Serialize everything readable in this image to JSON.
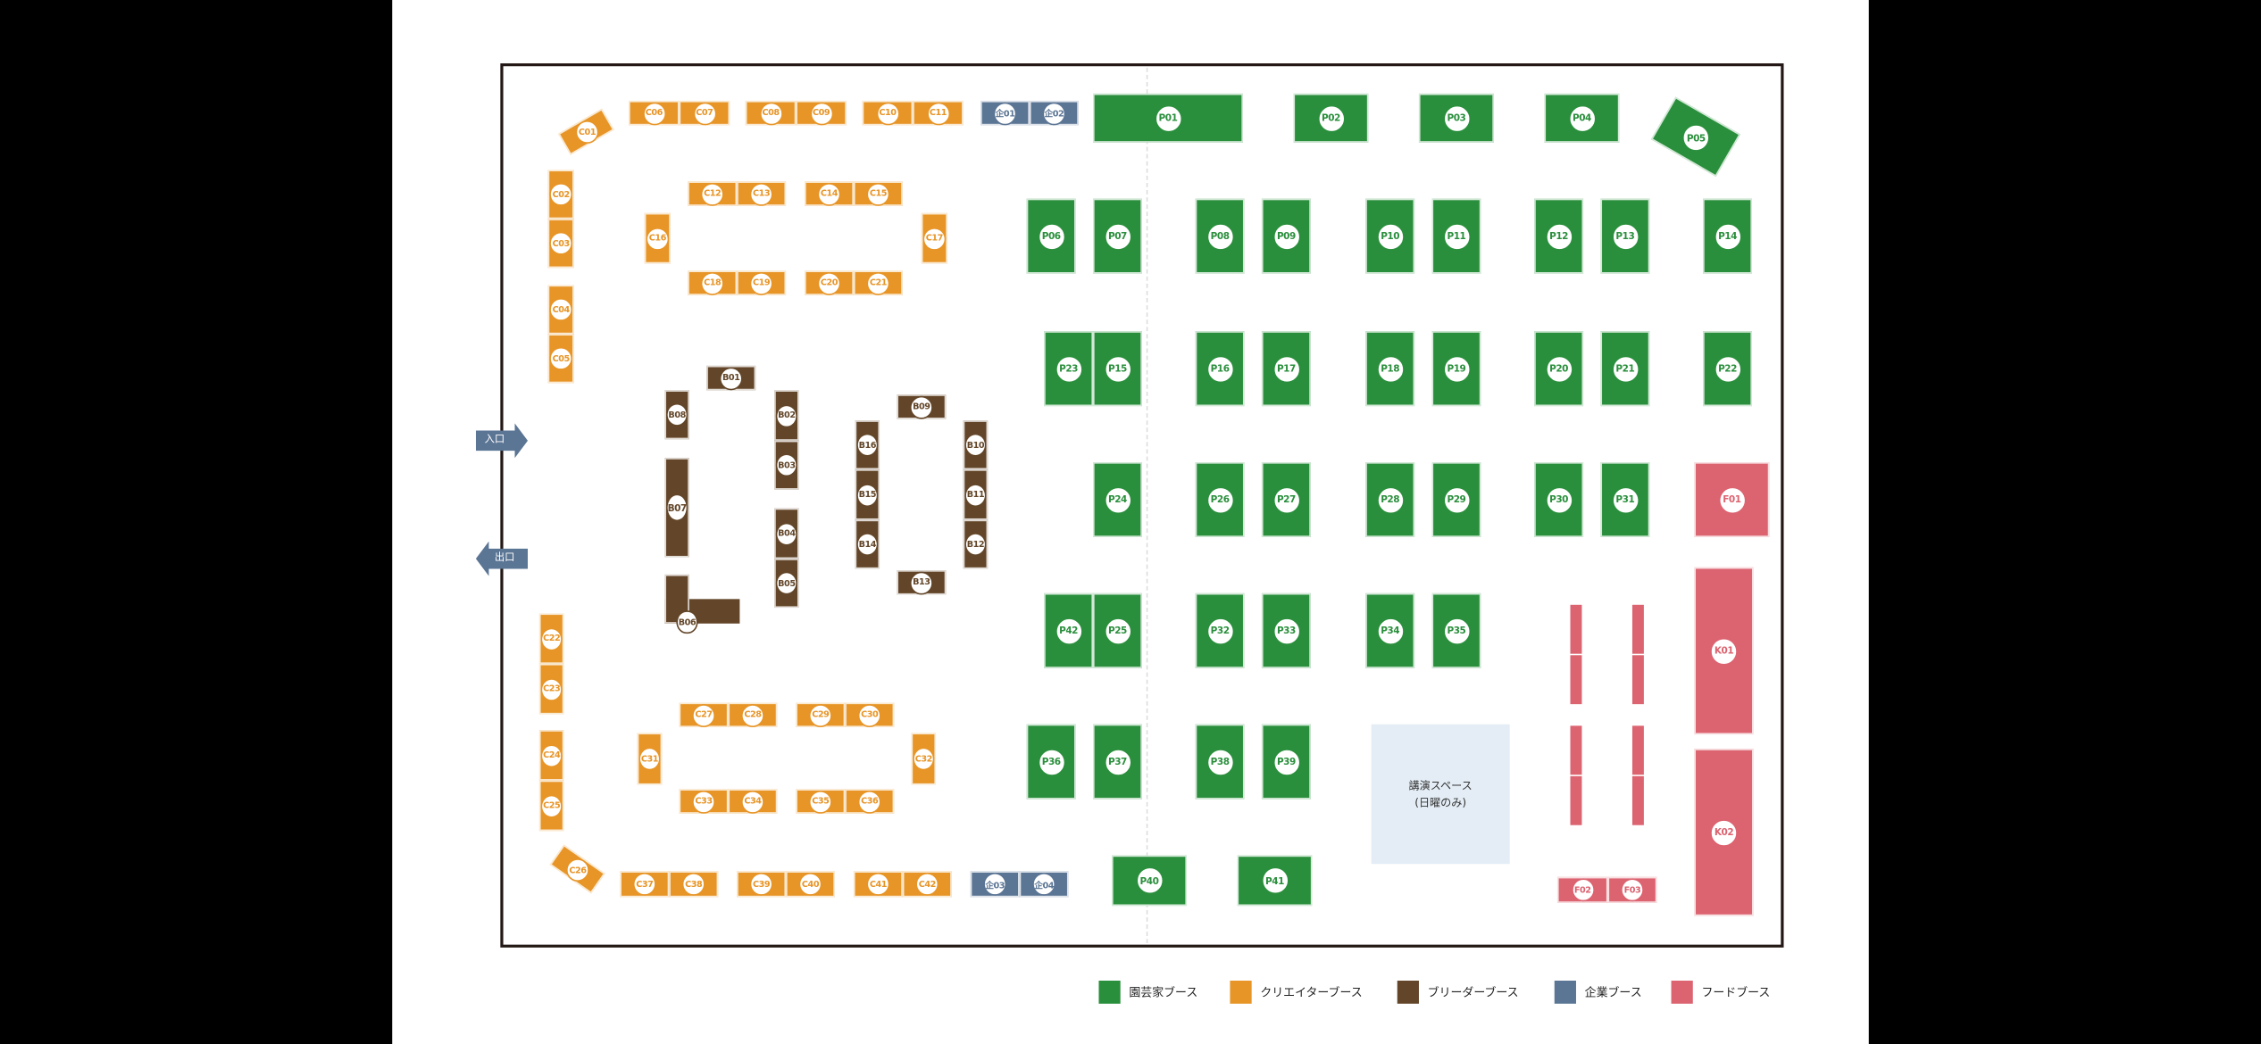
{
  "colors": {
    "garden": "#2a8f3c",
    "creator": "#e79527",
    "breeder": "#634629",
    "company": "#5b7594",
    "food": "#dc6370"
  },
  "entrance_label": "入口",
  "exit_label": "出口",
  "lecture": {
    "title": "講演スペース",
    "note": "(日曜のみ)"
  },
  "legend": [
    {
      "type": "garden",
      "label": "園芸家ブース"
    },
    {
      "type": "creator",
      "label": "クリエイターブース"
    },
    {
      "type": "breeder",
      "label": "ブリーダーブース"
    },
    {
      "type": "company",
      "label": "企業ブース"
    },
    {
      "type": "food",
      "label": "フードブース"
    }
  ],
  "booths": [
    {
      "id": "C01",
      "type": "creator"
    },
    {
      "id": "C02",
      "type": "creator"
    },
    {
      "id": "C03",
      "type": "creator"
    },
    {
      "id": "C04",
      "type": "creator"
    },
    {
      "id": "C05",
      "type": "creator"
    },
    {
      "id": "C06",
      "type": "creator"
    },
    {
      "id": "C07",
      "type": "creator"
    },
    {
      "id": "C08",
      "type": "creator"
    },
    {
      "id": "C09",
      "type": "creator"
    },
    {
      "id": "C10",
      "type": "creator"
    },
    {
      "id": "C11",
      "type": "creator"
    },
    {
      "id": "C12",
      "type": "creator"
    },
    {
      "id": "C13",
      "type": "creator"
    },
    {
      "id": "C14",
      "type": "creator"
    },
    {
      "id": "C15",
      "type": "creator"
    },
    {
      "id": "C16",
      "type": "creator"
    },
    {
      "id": "C17",
      "type": "creator"
    },
    {
      "id": "C18",
      "type": "creator"
    },
    {
      "id": "C19",
      "type": "creator"
    },
    {
      "id": "C20",
      "type": "creator"
    },
    {
      "id": "C21",
      "type": "creator"
    },
    {
      "id": "C22",
      "type": "creator"
    },
    {
      "id": "C23",
      "type": "creator"
    },
    {
      "id": "C24",
      "type": "creator"
    },
    {
      "id": "C25",
      "type": "creator"
    },
    {
      "id": "C26",
      "type": "creator"
    },
    {
      "id": "C27",
      "type": "creator"
    },
    {
      "id": "C28",
      "type": "creator"
    },
    {
      "id": "C29",
      "type": "creator"
    },
    {
      "id": "C30",
      "type": "creator"
    },
    {
      "id": "C31",
      "type": "creator"
    },
    {
      "id": "C32",
      "type": "creator"
    },
    {
      "id": "C33",
      "type": "creator"
    },
    {
      "id": "C34",
      "type": "creator"
    },
    {
      "id": "C35",
      "type": "creator"
    },
    {
      "id": "C36",
      "type": "creator"
    },
    {
      "id": "C37",
      "type": "creator"
    },
    {
      "id": "C38",
      "type": "creator"
    },
    {
      "id": "C39",
      "type": "creator"
    },
    {
      "id": "C40",
      "type": "creator"
    },
    {
      "id": "C41",
      "type": "creator"
    },
    {
      "id": "C42",
      "type": "creator"
    },
    {
      "id": "企01",
      "type": "company"
    },
    {
      "id": "企02",
      "type": "company"
    },
    {
      "id": "企03",
      "type": "company"
    },
    {
      "id": "企04",
      "type": "company"
    },
    {
      "id": "B01",
      "type": "breeder"
    },
    {
      "id": "B02",
      "type": "breeder"
    },
    {
      "id": "B03",
      "type": "breeder"
    },
    {
      "id": "B04",
      "type": "breeder"
    },
    {
      "id": "B05",
      "type": "breeder"
    },
    {
      "id": "B06",
      "type": "breeder"
    },
    {
      "id": "B07",
      "type": "breeder"
    },
    {
      "id": "B08",
      "type": "breeder"
    },
    {
      "id": "B09",
      "type": "breeder"
    },
    {
      "id": "B10",
      "type": "breeder"
    },
    {
      "id": "B11",
      "type": "breeder"
    },
    {
      "id": "B12",
      "type": "breeder"
    },
    {
      "id": "B13",
      "type": "breeder"
    },
    {
      "id": "B14",
      "type": "breeder"
    },
    {
      "id": "B15",
      "type": "breeder"
    },
    {
      "id": "B16",
      "type": "breeder"
    },
    {
      "id": "P01",
      "type": "garden"
    },
    {
      "id": "P02",
      "type": "garden"
    },
    {
      "id": "P03",
      "type": "garden"
    },
    {
      "id": "P04",
      "type": "garden"
    },
    {
      "id": "P05",
      "type": "garden"
    },
    {
      "id": "P06",
      "type": "garden"
    },
    {
      "id": "P07",
      "type": "garden"
    },
    {
      "id": "P08",
      "type": "garden"
    },
    {
      "id": "P09",
      "type": "garden"
    },
    {
      "id": "P10",
      "type": "garden"
    },
    {
      "id": "P11",
      "type": "garden"
    },
    {
      "id": "P12",
      "type": "garden"
    },
    {
      "id": "P13",
      "type": "garden"
    },
    {
      "id": "P14",
      "type": "garden"
    },
    {
      "id": "P23",
      "type": "garden"
    },
    {
      "id": "P15",
      "type": "garden"
    },
    {
      "id": "P16",
      "type": "garden"
    },
    {
      "id": "P17",
      "type": "garden"
    },
    {
      "id": "P18",
      "type": "garden"
    },
    {
      "id": "P19",
      "type": "garden"
    },
    {
      "id": "P20",
      "type": "garden"
    },
    {
      "id": "P21",
      "type": "garden"
    },
    {
      "id": "P22",
      "type": "garden"
    },
    {
      "id": "P24",
      "type": "garden"
    },
    {
      "id": "P26",
      "type": "garden"
    },
    {
      "id": "P27",
      "type": "garden"
    },
    {
      "id": "P28",
      "type": "garden"
    },
    {
      "id": "P29",
      "type": "garden"
    },
    {
      "id": "P30",
      "type": "garden"
    },
    {
      "id": "P31",
      "type": "garden"
    },
    {
      "id": "P42",
      "type": "garden"
    },
    {
      "id": "P25",
      "type": "garden"
    },
    {
      "id": "P32",
      "type": "garden"
    },
    {
      "id": "P33",
      "type": "garden"
    },
    {
      "id": "P34",
      "type": "garden"
    },
    {
      "id": "P35",
      "type": "garden"
    },
    {
      "id": "P36",
      "type": "garden"
    },
    {
      "id": "P37",
      "type": "garden"
    },
    {
      "id": "P38",
      "type": "garden"
    },
    {
      "id": "P39",
      "type": "garden"
    },
    {
      "id": "P40",
      "type": "garden"
    },
    {
      "id": "P41",
      "type": "garden"
    },
    {
      "id": "F01",
      "type": "food"
    },
    {
      "id": "F02",
      "type": "food"
    },
    {
      "id": "F03",
      "type": "food"
    },
    {
      "id": "K01",
      "type": "food"
    },
    {
      "id": "K02",
      "type": "food"
    }
  ]
}
